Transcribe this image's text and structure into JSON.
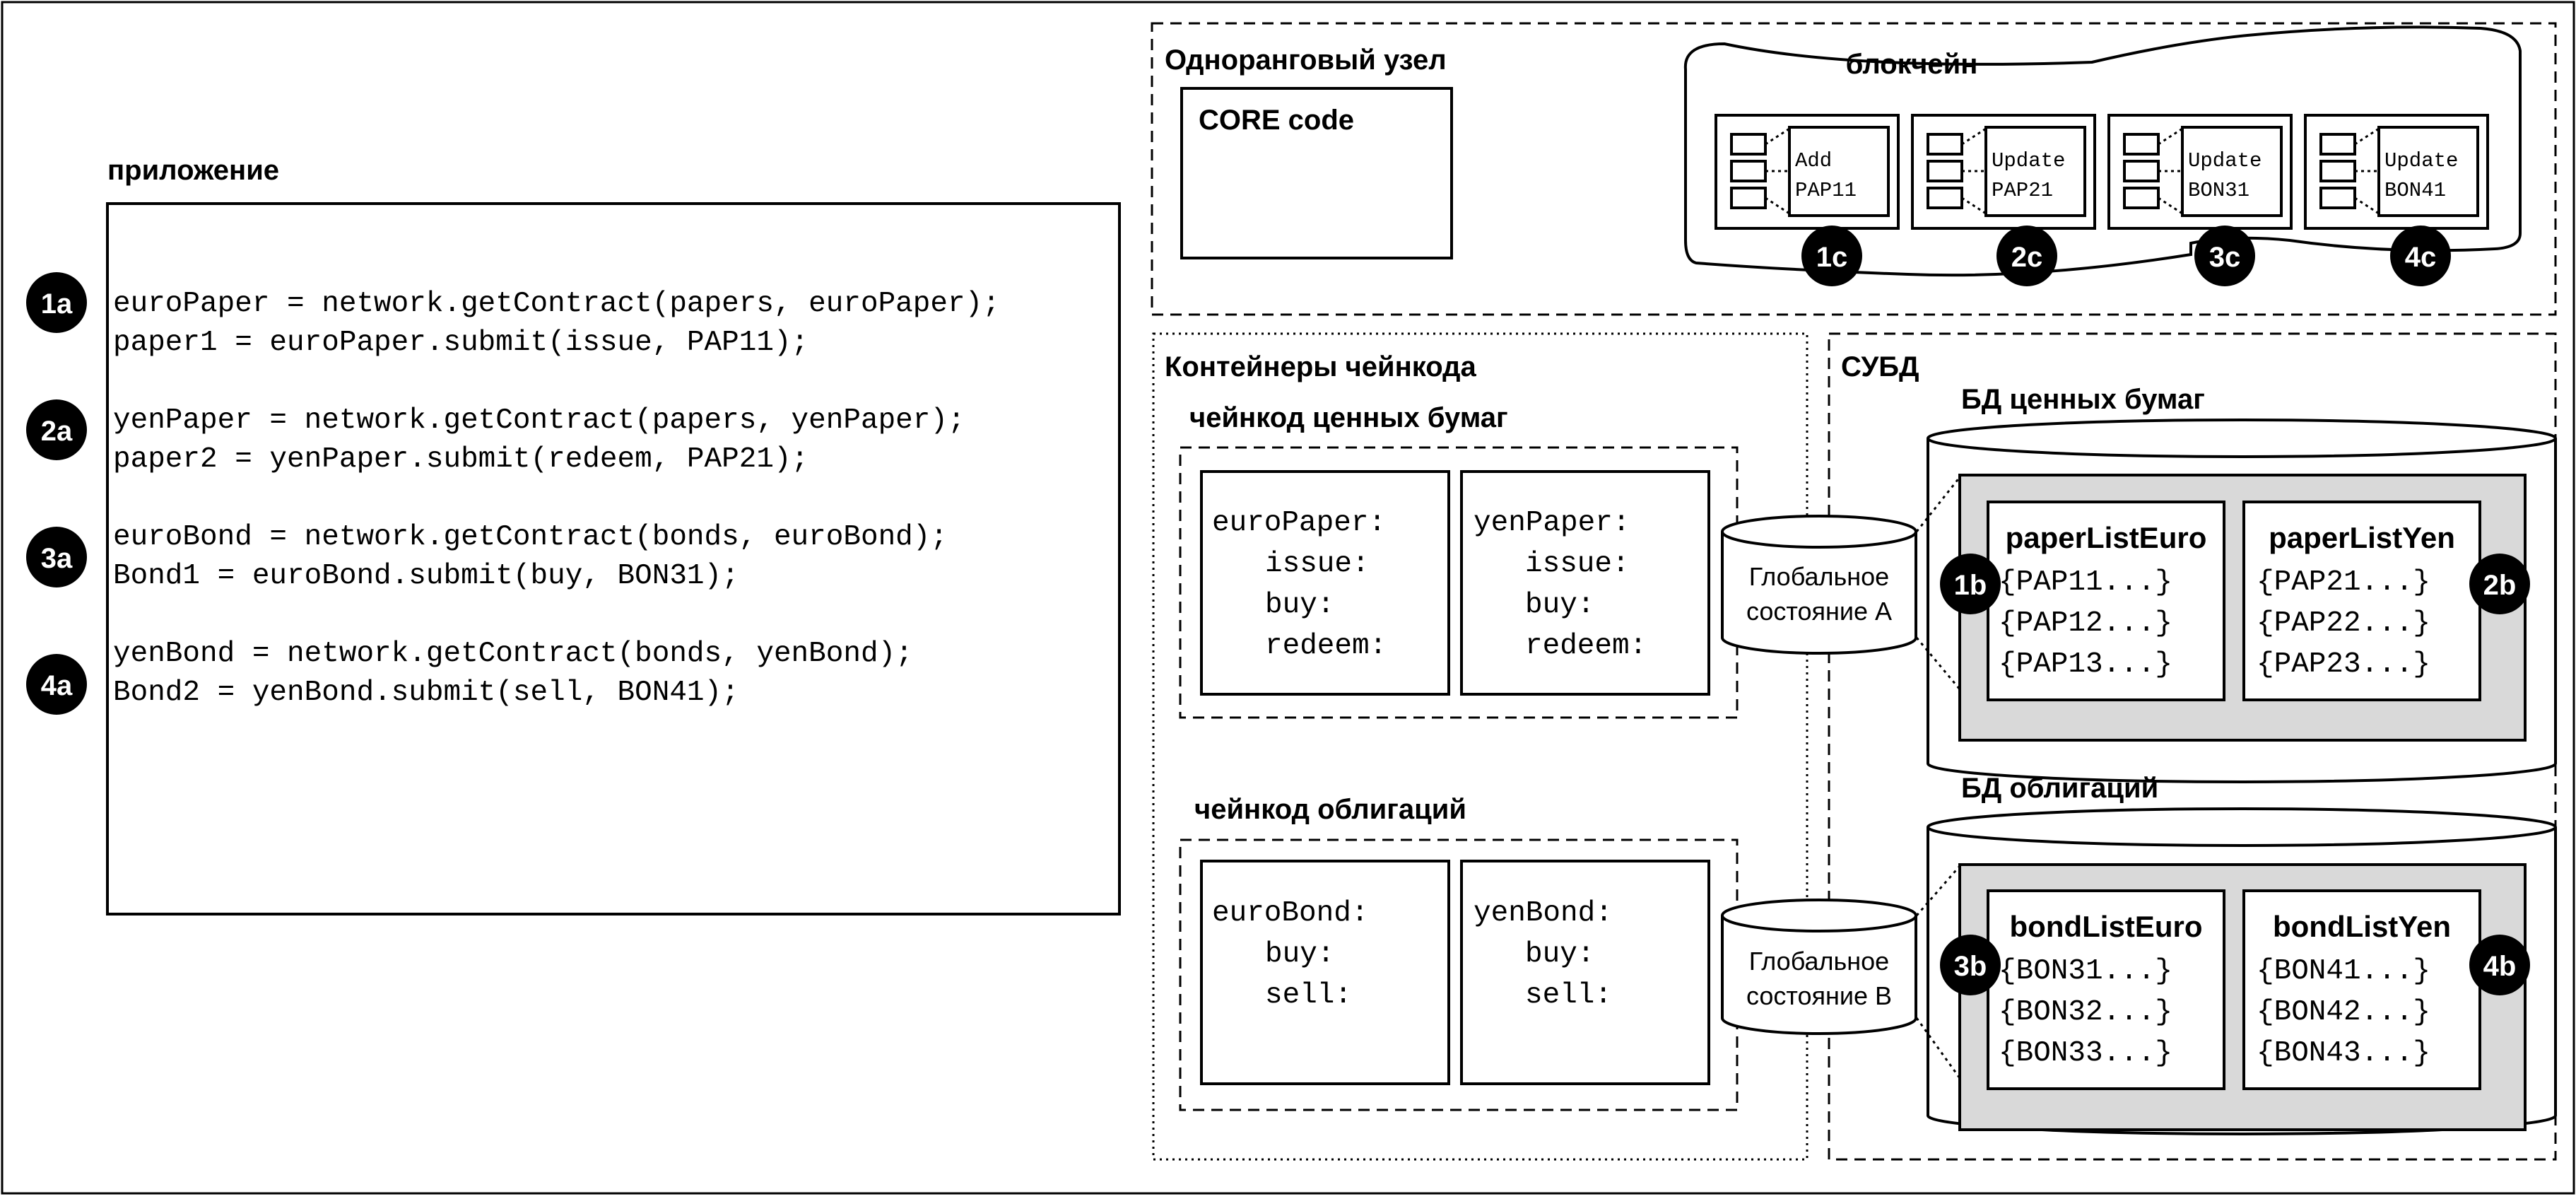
{
  "app": {
    "title": "приложение",
    "lines": [
      "euroPaper = network.getContract(papers, euroPaper);",
      "paper1 = euroPaper.submit(issue, PAP11);",
      "yenPaper = network.getContract(papers, yenPaper);",
      "paper2 = yenPaper.submit(redeem, PAP21);",
      "euroBond = network.getContract(bonds, euroBond);",
      "Bond1 = euroBond.submit(buy, BON31);",
      "yenBond = network.getContract(bonds, yenBond);",
      "Bond2 = yenBond.submit(sell, BON41);"
    ],
    "badges": [
      "1a",
      "2a",
      "3a",
      "4a"
    ]
  },
  "peer": {
    "title": "Одноранговый узел",
    "core": "CORE code",
    "blockchain": {
      "title": "блокчейн",
      "blocks": [
        {
          "l1": "Add",
          "l2": "PAP11",
          "badge": "1c"
        },
        {
          "l1": "Update",
          "l2": "PAP21",
          "badge": "2c"
        },
        {
          "l1": "Update",
          "l2": "BON31",
          "badge": "3c"
        },
        {
          "l1": "Update",
          "l2": "BON41",
          "badge": "4c"
        }
      ]
    }
  },
  "containers": {
    "title": "Контейнеры чейнкода",
    "papers": {
      "title": "чейнкод ценных бумаг",
      "left": [
        "euroPaper:",
        "issue:",
        "buy:",
        "redeem:"
      ],
      "right": [
        "yenPaper:",
        "issue:",
        "buy:",
        "redeem:"
      ]
    },
    "bonds": {
      "title": "чейнкод облигаций",
      "left": [
        "euroBond:",
        "buy:",
        "sell:"
      ],
      "right": [
        "yenBond:",
        "buy:",
        "sell:"
      ]
    }
  },
  "states": {
    "a": [
      "Глобальное",
      "состояние A"
    ],
    "b": [
      "Глобальное",
      "состояние B"
    ]
  },
  "dbms": {
    "title": "СУБД",
    "papers_db": {
      "title": "БД ценных бумаг",
      "left": {
        "title": "paperListEuro",
        "items": [
          "{PAP11...}",
          "{PAP12...}",
          "{PAP13...}"
        ],
        "badge": "1b"
      },
      "right": {
        "title": "paperListYen",
        "items": [
          "{PAP21...}",
          "{PAP22...}",
          "{PAP23...}"
        ],
        "badge": "2b"
      }
    },
    "bonds_db": {
      "title": "БД облигаций",
      "left": {
        "title": "bondListEuro",
        "items": [
          "{BON31...}",
          "{BON32...}",
          "{BON33...}"
        ],
        "badge": "3b"
      },
      "right": {
        "title": "bondListYen",
        "items": [
          "{BON41...}",
          "{BON42...}",
          "{BON43...}"
        ],
        "badge": "4b"
      }
    }
  }
}
